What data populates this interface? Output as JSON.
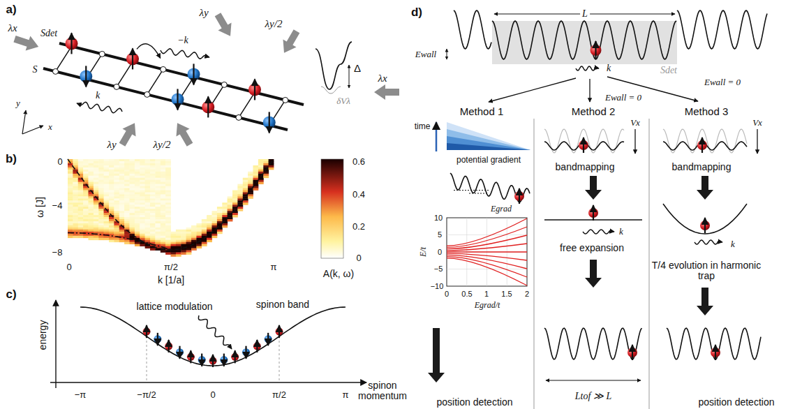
{
  "diagram": {
    "nodes": [
      {
        "text": [
          "Sdet"
        ]
      }
    ],
    "labels": [
      "a)",
      "λx",
      "Sdet",
      "S",
      "λy",
      "λy/2",
      "−k",
      "k",
      "y",
      "x",
      "λy",
      "λy/2",
      "Δ",
      "δVλ",
      "λx",
      "b)",
      "0",
      "−4",
      "−8",
      "ω [J]",
      "0",
      "π/2",
      "π",
      "k [1/a]",
      "0.6",
      "0.4",
      "0.2",
      "0",
      "A(k, ω)",
      "c)",
      "energy",
      "lattice modulation",
      "spinon band",
      "spinon momentum",
      "−π",
      "−π/2",
      "0",
      "π/2",
      "π",
      "d)",
      "L",
      "Ewall",
      "k",
      "Ewall = 0",
      "Ewall = 0",
      "Method 1",
      "Method 2",
      "Method 3",
      "time",
      "potential gradient",
      "Egrad",
      "E/t",
      "10",
      "5",
      "0",
      "−5",
      "−10",
      "0",
      "0.5",
      "1",
      "1.5",
      "2",
      "Egrad/t",
      "position detection",
      "Vx",
      "bandmapping",
      "free expansion",
      "Ltof ≫ L",
      "Vx",
      "bandmapping",
      "T/4 evolution in harmonic trap",
      "position detection",
      "k",
      "k"
    ]
  }
}
